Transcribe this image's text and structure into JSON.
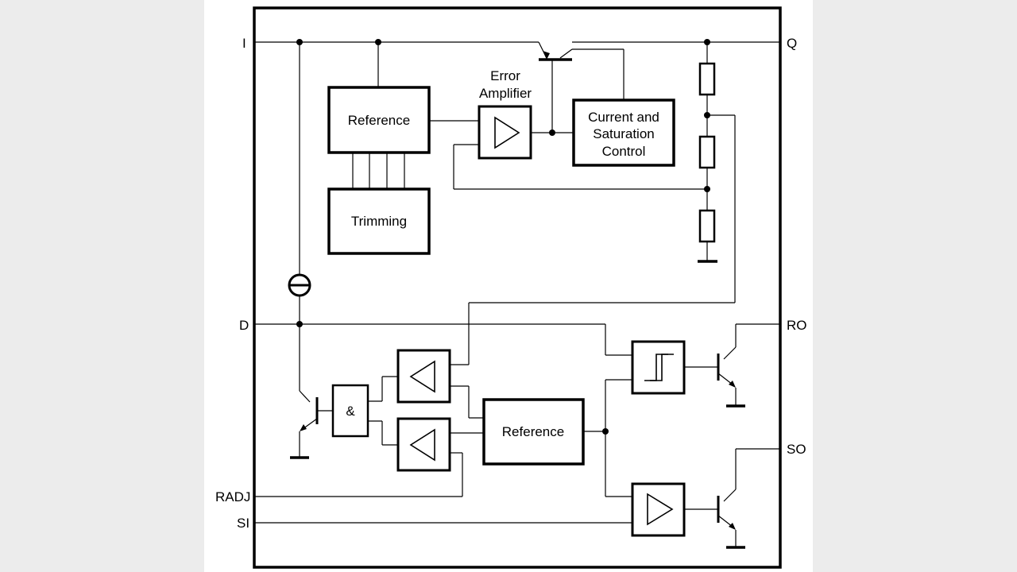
{
  "pins": {
    "i": "I",
    "q": "Q",
    "d": "D",
    "ro": "RO",
    "so": "SO",
    "radj": "RADJ",
    "si": "SI"
  },
  "blocks": {
    "reference_top": "Reference",
    "trimming": "Trimming",
    "error_amplifier_line1": "Error",
    "error_amplifier_line2": "Amplifier",
    "current_control_line1": "Current and",
    "current_control_line2": "Saturation",
    "current_control_line3": "Control",
    "and_gate": "&",
    "reference_bottom": "Reference"
  }
}
